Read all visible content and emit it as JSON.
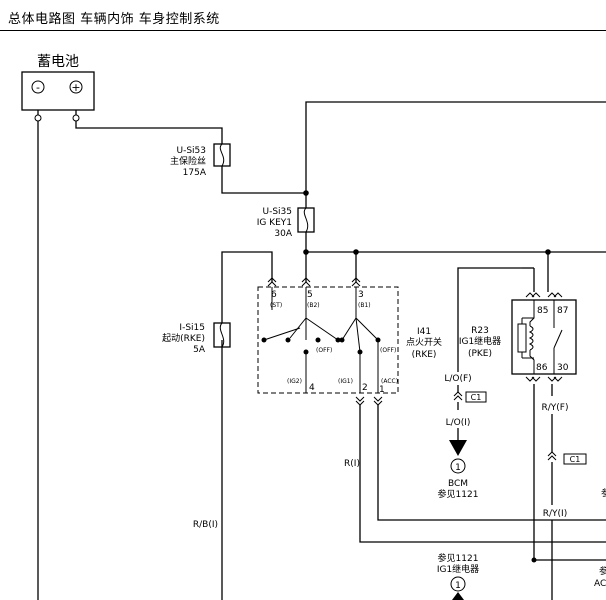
{
  "header": {
    "breadcrumb": "总体电路图  车辆内饰  车身控制系统"
  },
  "battery": {
    "label": "蓄电池",
    "neg_symbol": "-",
    "pos_symbol": "+"
  },
  "fuses": [
    {
      "code": "U-Si53",
      "name": "主保险丝",
      "rating": "175A"
    },
    {
      "code": "U-Si35",
      "name": "IG KEY1",
      "rating": "30A"
    },
    {
      "code": "I-Si15",
      "name": "起动(RKE)",
      "rating": "5A"
    }
  ],
  "ignition_switch": {
    "code": "I41",
    "name": "点火开关",
    "variant": "(RKE)",
    "top_pins": [
      {
        "pin": "6",
        "label": "(ST)"
      },
      {
        "pin": "5",
        "label": "(B2)"
      },
      {
        "pin": "3",
        "label": "(B1)"
      }
    ],
    "bottom_pins": [
      {
        "pin": "4",
        "label": "(IG2)"
      },
      {
        "pin": "2",
        "label": "(IG1)"
      },
      {
        "pin": "1",
        "label": "(ACC)"
      }
    ],
    "off_labels": [
      "(OFF)",
      "(OFF)"
    ]
  },
  "relay": {
    "code": "R23",
    "name": "IG1继电器",
    "variant": "(PKE)",
    "pins": [
      "85",
      "87",
      "86",
      "30"
    ]
  },
  "wires": {
    "lo_f": "L/O(F)",
    "lo_i": "L/O(I)",
    "ri": "R(I)",
    "rb_i": "R/B(I)",
    "ry_f": "R/Y(F)",
    "ry_i": "R/Y(I)"
  },
  "connectors": {
    "c1_left": "C1",
    "c1_right": "C1"
  },
  "bcm": {
    "number": "1",
    "label": "BCM",
    "ref": "参见1121"
  },
  "bottom_ref": {
    "ref": "参见1121",
    "name": "IG1继电器",
    "number": "1"
  },
  "edge_fragments": {
    "right_char_1": "参",
    "right_char_2": "参",
    "right_text": "AC"
  }
}
